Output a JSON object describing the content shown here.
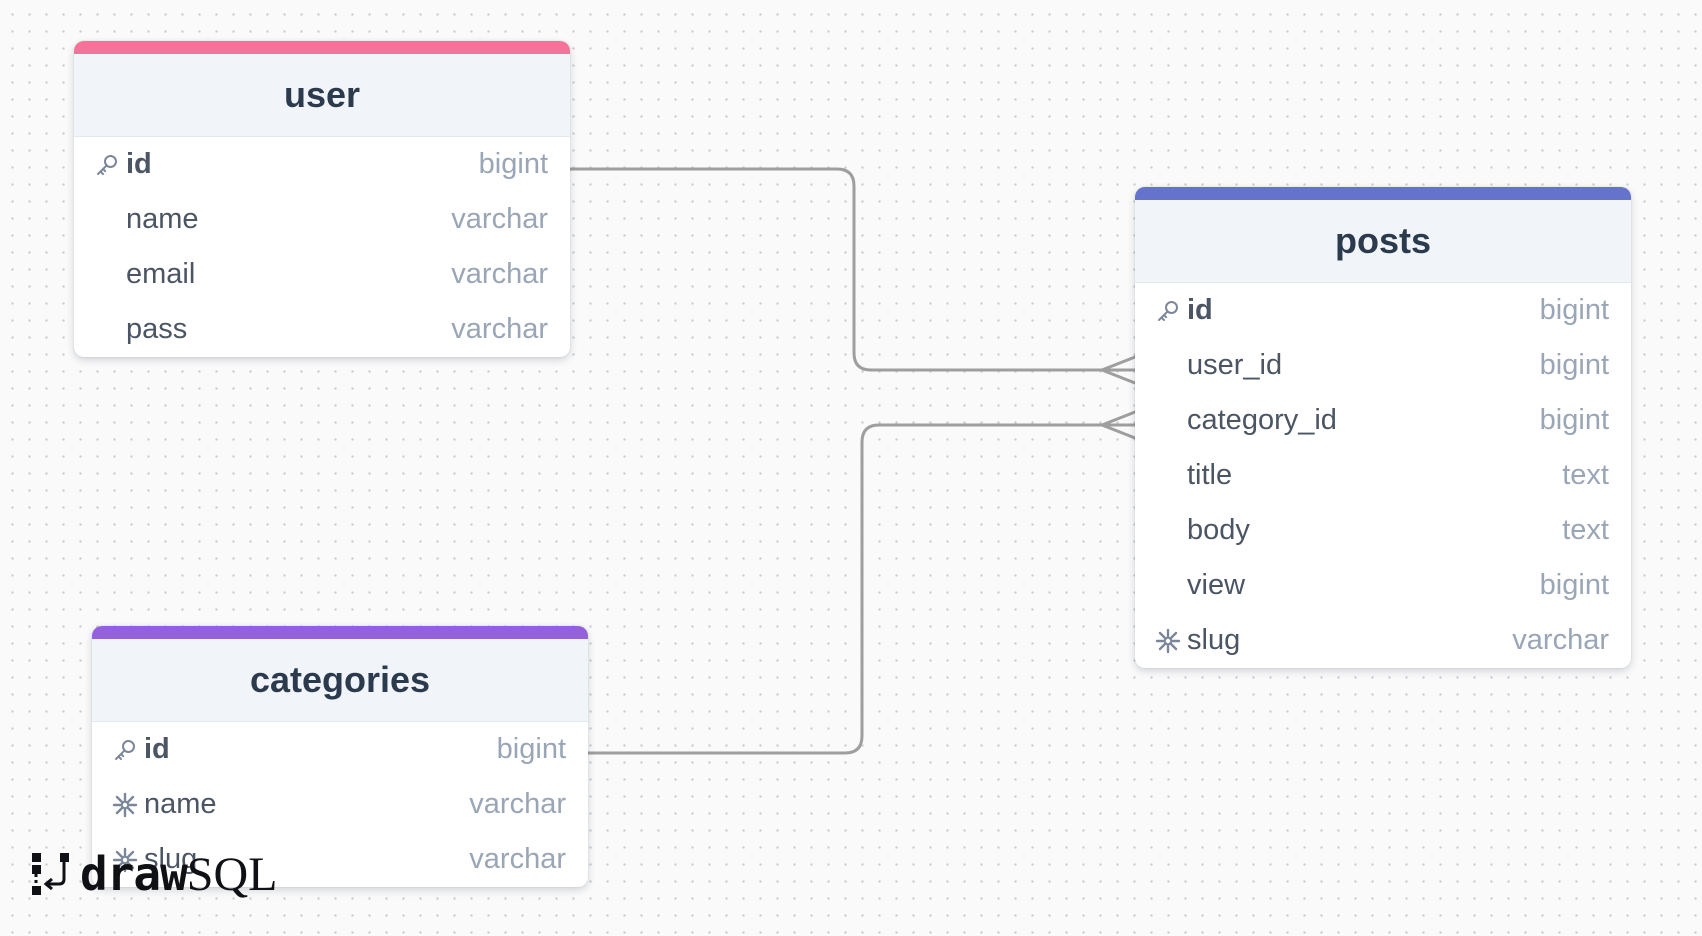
{
  "connector_color": "#9e9e9e",
  "tables": {
    "user": {
      "name": "user",
      "accent_color": "#f7729b",
      "columns": [
        {
          "name": "id",
          "type": "bigint",
          "icon": "key-icon"
        },
        {
          "name": "name",
          "type": "varchar",
          "icon": "none"
        },
        {
          "name": "email",
          "type": "varchar",
          "icon": "none"
        },
        {
          "name": "pass",
          "type": "varchar",
          "icon": "none"
        }
      ]
    },
    "posts": {
      "name": "posts",
      "accent_color": "#6673cd",
      "columns": [
        {
          "name": "id",
          "type": "bigint",
          "icon": "key-icon"
        },
        {
          "name": "user_id",
          "type": "bigint",
          "icon": "none"
        },
        {
          "name": "category_id",
          "type": "bigint",
          "icon": "none"
        },
        {
          "name": "title",
          "type": "text",
          "icon": "none"
        },
        {
          "name": "body",
          "type": "text",
          "icon": "none"
        },
        {
          "name": "view",
          "type": "bigint",
          "icon": "none"
        },
        {
          "name": "slug",
          "type": "varchar",
          "icon": "unique-index-icon"
        }
      ]
    },
    "categories": {
      "name": "categories",
      "accent_color": "#9361de",
      "columns": [
        {
          "name": "id",
          "type": "bigint",
          "icon": "key-icon"
        },
        {
          "name": "name",
          "type": "varchar",
          "icon": "unique-index-icon"
        },
        {
          "name": "slug",
          "type": "varchar",
          "icon": "unique-index-icon"
        }
      ]
    }
  },
  "relations": [
    {
      "from": "user.id",
      "to": "posts.user_id",
      "cardinality": "one-to-many"
    },
    {
      "from": "categories.id",
      "to": "posts.category_id",
      "cardinality": "one-to-many"
    }
  ],
  "brand": {
    "bold": "draw",
    "light": "SQL",
    "icon": "drawsql-logo-icon"
  }
}
